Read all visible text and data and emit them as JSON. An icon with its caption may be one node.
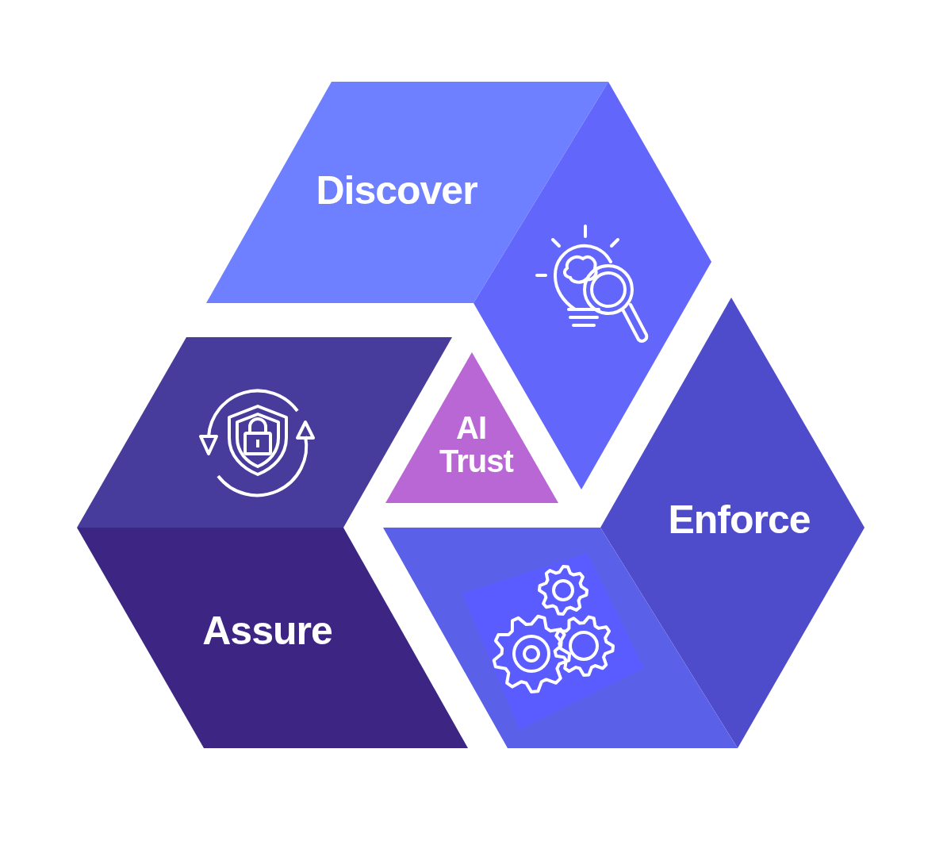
{
  "diagram": {
    "nodes": [
      {
        "text": [
          "Discover"
        ]
      },
      {
        "text": [
          "Assure"
        ]
      },
      {
        "text": [
          "AI Trust"
        ]
      },
      {
        "text": [
          "Enforce"
        ]
      }
    ]
  }
}
